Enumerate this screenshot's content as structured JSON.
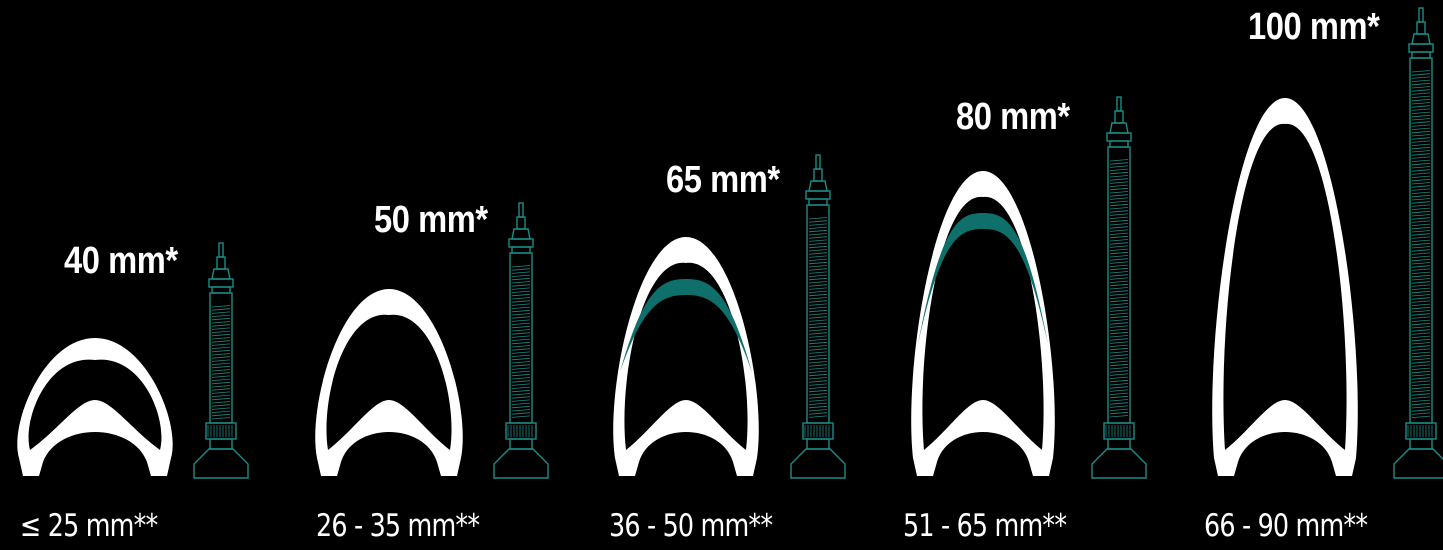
{
  "colors": {
    "background": "#000000",
    "rim": "#ffffff",
    "valve": "#1c8b86",
    "extender": "#0f6f6a"
  },
  "icons": {
    "rim": "rim-profile-icon",
    "valve": "presta-valve-icon"
  },
  "options": [
    {
      "valve_length": "40 mm*",
      "rim_depth": "≤ 25 mm**",
      "extender": false
    },
    {
      "valve_length": "50 mm*",
      "rim_depth": "26 - 35 mm**",
      "extender": false
    },
    {
      "valve_length": "65 mm*",
      "rim_depth": "36 - 50 mm**",
      "extender": true
    },
    {
      "valve_length": "80 mm*",
      "rim_depth": "51 - 65 mm**",
      "extender": true
    },
    {
      "valve_length": "100 mm*",
      "rim_depth": "66 - 90 mm**",
      "extender": false
    }
  ]
}
